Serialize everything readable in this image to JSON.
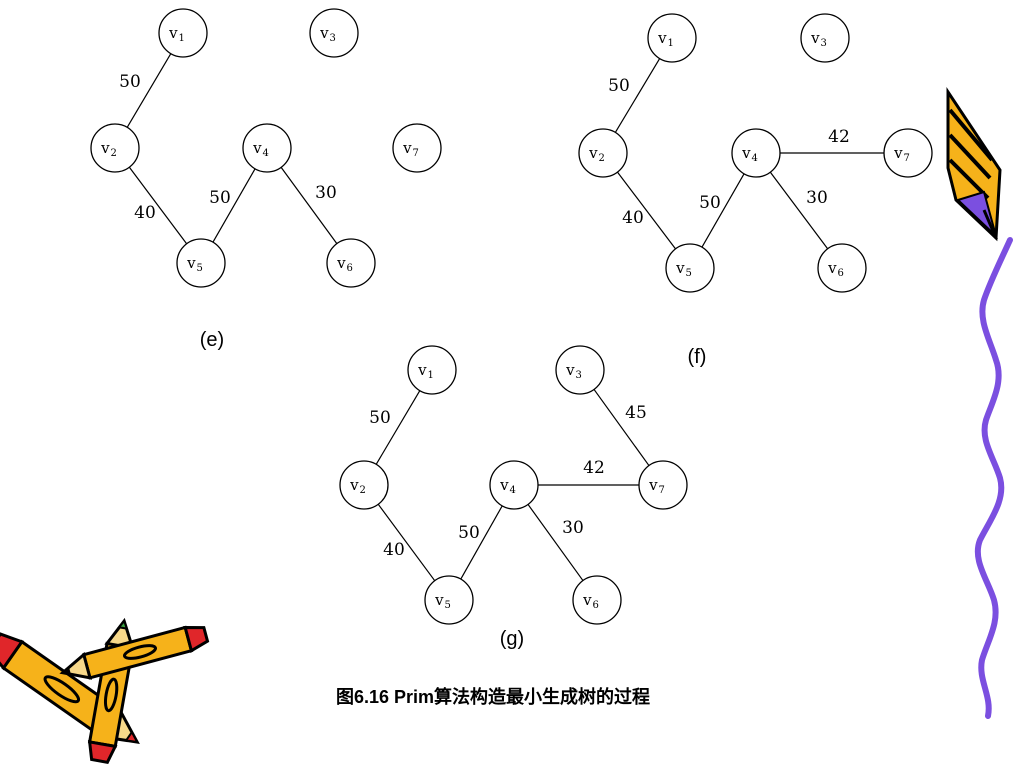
{
  "caption": "图6.16  Prim算法构造最小生成树的过程",
  "panels": [
    {
      "label": "(e)",
      "nodes": [
        {
          "id": "v1",
          "text": "v",
          "sub": "1"
        },
        {
          "id": "v3",
          "text": "v",
          "sub": "3"
        },
        {
          "id": "v2",
          "text": "v",
          "sub": "2"
        },
        {
          "id": "v4",
          "text": "v",
          "sub": "4"
        },
        {
          "id": "v7",
          "text": "v",
          "sub": "7"
        },
        {
          "id": "v5",
          "text": "v",
          "sub": "5"
        },
        {
          "id": "v6",
          "text": "v",
          "sub": "6"
        }
      ],
      "edges": [
        {
          "from": "v1",
          "to": "v2",
          "weight": "50"
        },
        {
          "from": "v2",
          "to": "v5",
          "weight": "40"
        },
        {
          "from": "v5",
          "to": "v4",
          "weight": "50"
        },
        {
          "from": "v4",
          "to": "v6",
          "weight": "30"
        }
      ]
    },
    {
      "label": "(f)",
      "nodes": [
        {
          "id": "v1",
          "text": "v",
          "sub": "1"
        },
        {
          "id": "v3",
          "text": "v",
          "sub": "3"
        },
        {
          "id": "v2",
          "text": "v",
          "sub": "2"
        },
        {
          "id": "v4",
          "text": "v",
          "sub": "4"
        },
        {
          "id": "v7",
          "text": "v",
          "sub": "7"
        },
        {
          "id": "v5",
          "text": "v",
          "sub": "5"
        },
        {
          "id": "v6",
          "text": "v",
          "sub": "6"
        }
      ],
      "edges": [
        {
          "from": "v1",
          "to": "v2",
          "weight": "50"
        },
        {
          "from": "v2",
          "to": "v5",
          "weight": "40"
        },
        {
          "from": "v5",
          "to": "v4",
          "weight": "50"
        },
        {
          "from": "v4",
          "to": "v6",
          "weight": "30"
        },
        {
          "from": "v4",
          "to": "v7",
          "weight": "42"
        }
      ]
    },
    {
      "label": "(g)",
      "nodes": [
        {
          "id": "v1",
          "text": "v",
          "sub": "1"
        },
        {
          "id": "v3",
          "text": "v",
          "sub": "3"
        },
        {
          "id": "v2",
          "text": "v",
          "sub": "2"
        },
        {
          "id": "v4",
          "text": "v",
          "sub": "4"
        },
        {
          "id": "v7",
          "text": "v",
          "sub": "7"
        },
        {
          "id": "v5",
          "text": "v",
          "sub": "5"
        },
        {
          "id": "v6",
          "text": "v",
          "sub": "6"
        }
      ],
      "edges": [
        {
          "from": "v1",
          "to": "v2",
          "weight": "50"
        },
        {
          "from": "v2",
          "to": "v5",
          "weight": "40"
        },
        {
          "from": "v5",
          "to": "v4",
          "weight": "50"
        },
        {
          "from": "v4",
          "to": "v6",
          "weight": "30"
        },
        {
          "from": "v4",
          "to": "v7",
          "weight": "42"
        },
        {
          "from": "v3",
          "to": "v7",
          "weight": "45"
        }
      ]
    }
  ],
  "colors": {
    "pencil_body": "#f6b21a",
    "pencil_outline": "#000000",
    "pencil_tip_red": "#e0262a",
    "pencil_tip_green": "#3aa040",
    "pen_ink": "#7b4fe0",
    "squiggle": "#7b4fe0"
  },
  "decorations": {
    "left_clipart": "crossed-pencils-icon",
    "right_clipart": "pen-icon",
    "right_line": "squiggle-line"
  }
}
